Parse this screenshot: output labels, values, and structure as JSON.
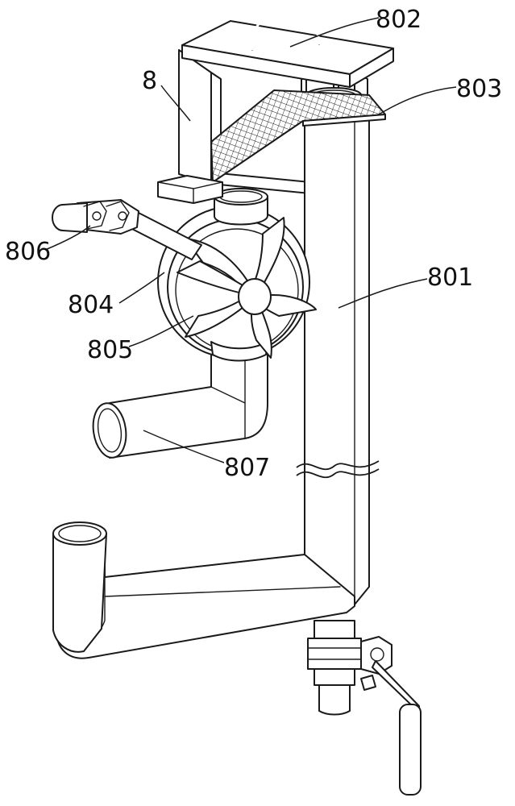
{
  "labels": {
    "frame": "8",
    "top_plate": "802",
    "filter_screen": "803",
    "vertical_pipe": "801",
    "universal_joint": "806",
    "impeller_housing": "804",
    "impeller": "805",
    "outlet_pipe": "807"
  },
  "colors": {
    "line": "#1a1a1a",
    "background": "#ffffff"
  }
}
